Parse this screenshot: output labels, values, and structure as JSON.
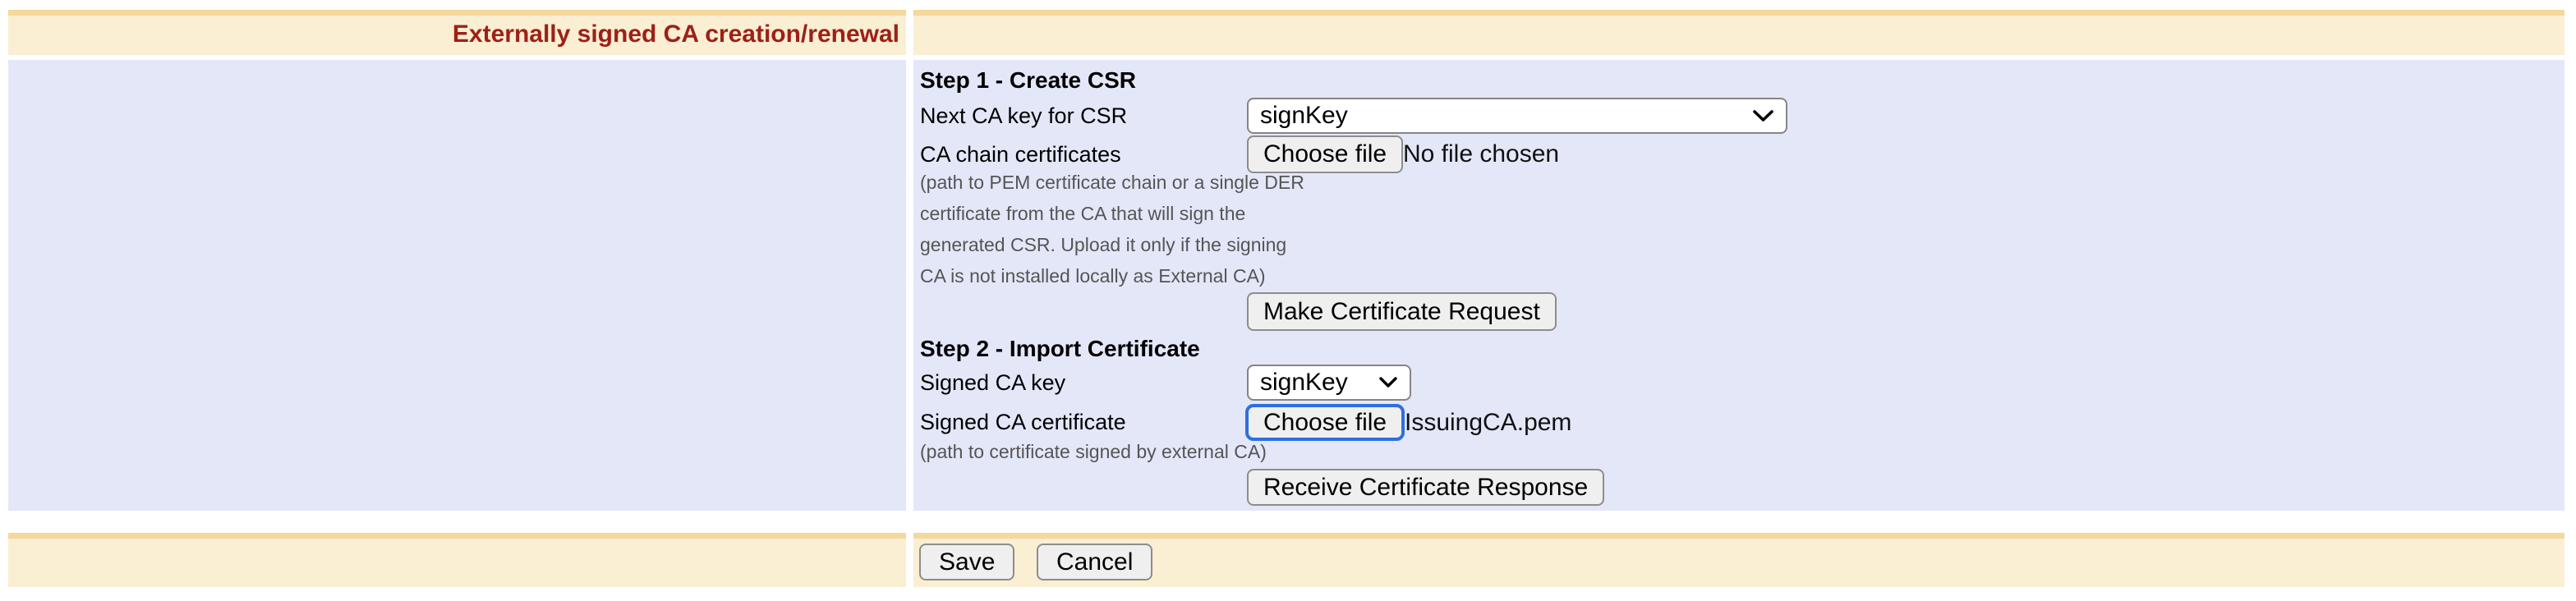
{
  "header": {
    "title": "Externally signed CA creation/renewal"
  },
  "step1": {
    "heading": "Step 1 - Create CSR",
    "next_ca_key": {
      "label": "Next CA key for CSR",
      "selected_value": "signKey"
    },
    "ca_chain": {
      "label": "CA chain certificates",
      "choose_file_label": "Choose file",
      "file_status": "No file chosen"
    },
    "helper_lines": [
      "(path to PEM certificate chain or a single DER",
      "certificate from the CA that will sign the",
      "generated CSR. Upload it only if the signing",
      "CA is not installed locally as External CA)"
    ],
    "make_request_label": "Make Certificate Request"
  },
  "step2": {
    "heading": "Step 2 - Import Certificate",
    "signed_key": {
      "label": "Signed CA key",
      "selected_value": "signKey"
    },
    "signed_cert": {
      "label": "Signed CA certificate",
      "choose_file_label": "Choose file",
      "file_name": "IssuingCA.pem"
    },
    "helper": "(path to certificate signed by external CA)",
    "receive_label": "Receive Certificate Response"
  },
  "footer": {
    "save_label": "Save",
    "cancel_label": "Cancel"
  },
  "icons": {
    "chevron_down": "chevron-down-icon"
  },
  "colors": {
    "header_bg": "#faeed3",
    "header_top_strip": "#f4d89c",
    "form_bg": "#e4e7f8",
    "title_red": "#9e2016",
    "button_bg": "#efefef",
    "button_border": "#8d8d8d",
    "focus_ring_blue": "#2e6fe0",
    "helper_gray": "#555555"
  }
}
